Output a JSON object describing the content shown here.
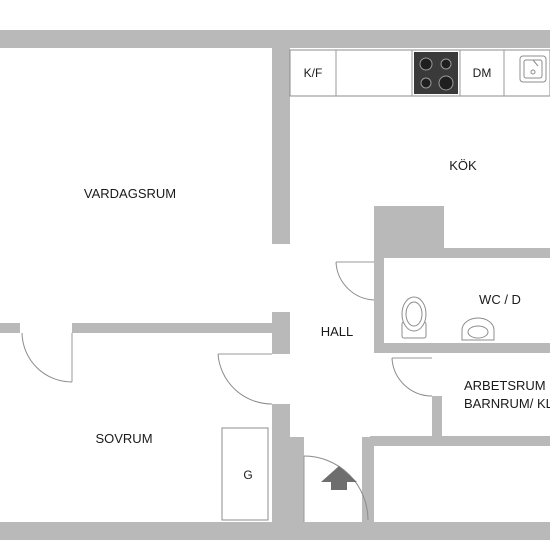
{
  "plan": {
    "rooms": {
      "vardagsrum": "VARDAGSRUM",
      "kok": "KÖK",
      "hall": "HALL",
      "wc": "WC / D",
      "sovrum": "SOVRUM",
      "arbetsrum_line1": "ARBETSRUM",
      "arbetsrum_line2": "BARNRUM/ KL"
    },
    "fixtures": {
      "kf": "K/F",
      "dm": "DM",
      "g": "G"
    },
    "icons": [
      "stove-icon",
      "sink-icon",
      "toilet-icon",
      "washbasin-icon",
      "entrance-arrow-icon"
    ],
    "colors": {
      "wall": "#b9b9b9",
      "wall_outline": "#8c8c8c",
      "stove": "#3a3a3a",
      "arrow": "#6e6e6e"
    }
  }
}
